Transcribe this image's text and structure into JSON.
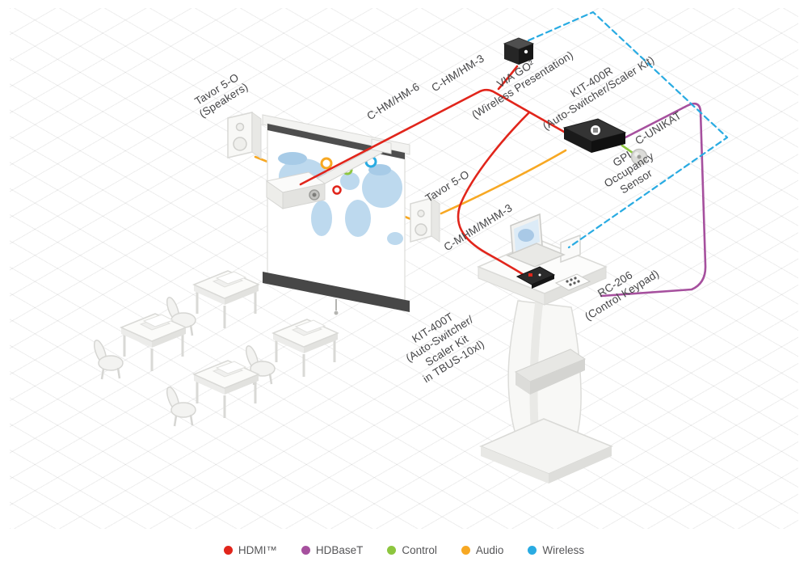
{
  "diagram": {
    "labels": {
      "speaker_left": "Tavor 5-O\n(Speakers)",
      "cable_c_hm_hm_6": "C-HM/HM-6",
      "cable_c_hm_hm_3": "C-HM/HM-3",
      "via_go": "VIA GO²\n(Wireless Presentation)",
      "kit_400r": "KIT-400R\n(Auto-Switcher/Scaler Kit)",
      "cable_c_unikat": "C-UNIKAT",
      "gpi_sensor": "GPI\nOccupancy\nSensor",
      "speaker_right": "Tavor 5-O",
      "cable_c_mhm_mhm_3": "C-MHM/MHM-3",
      "kit_400t": "KIT-400T\n(Auto-Switcher/\nScaler Kit\nin TBUS-10xl)",
      "rc_206": "RC-206\n(Control Keypad)"
    },
    "legend": {
      "items": [
        {
          "id": "hdmi",
          "label": "HDMI™"
        },
        {
          "id": "hdbaset",
          "label": "HDBaseT"
        },
        {
          "id": "control",
          "label": "Control"
        },
        {
          "id": "audio",
          "label": "Audio"
        },
        {
          "id": "wireless",
          "label": "Wireless"
        }
      ]
    },
    "colors": {
      "hdmi": "#e1251b",
      "hdbaset": "#a6509e",
      "control": "#8dc63f",
      "audio": "#f7a823",
      "wireless": "#29abe2"
    }
  }
}
